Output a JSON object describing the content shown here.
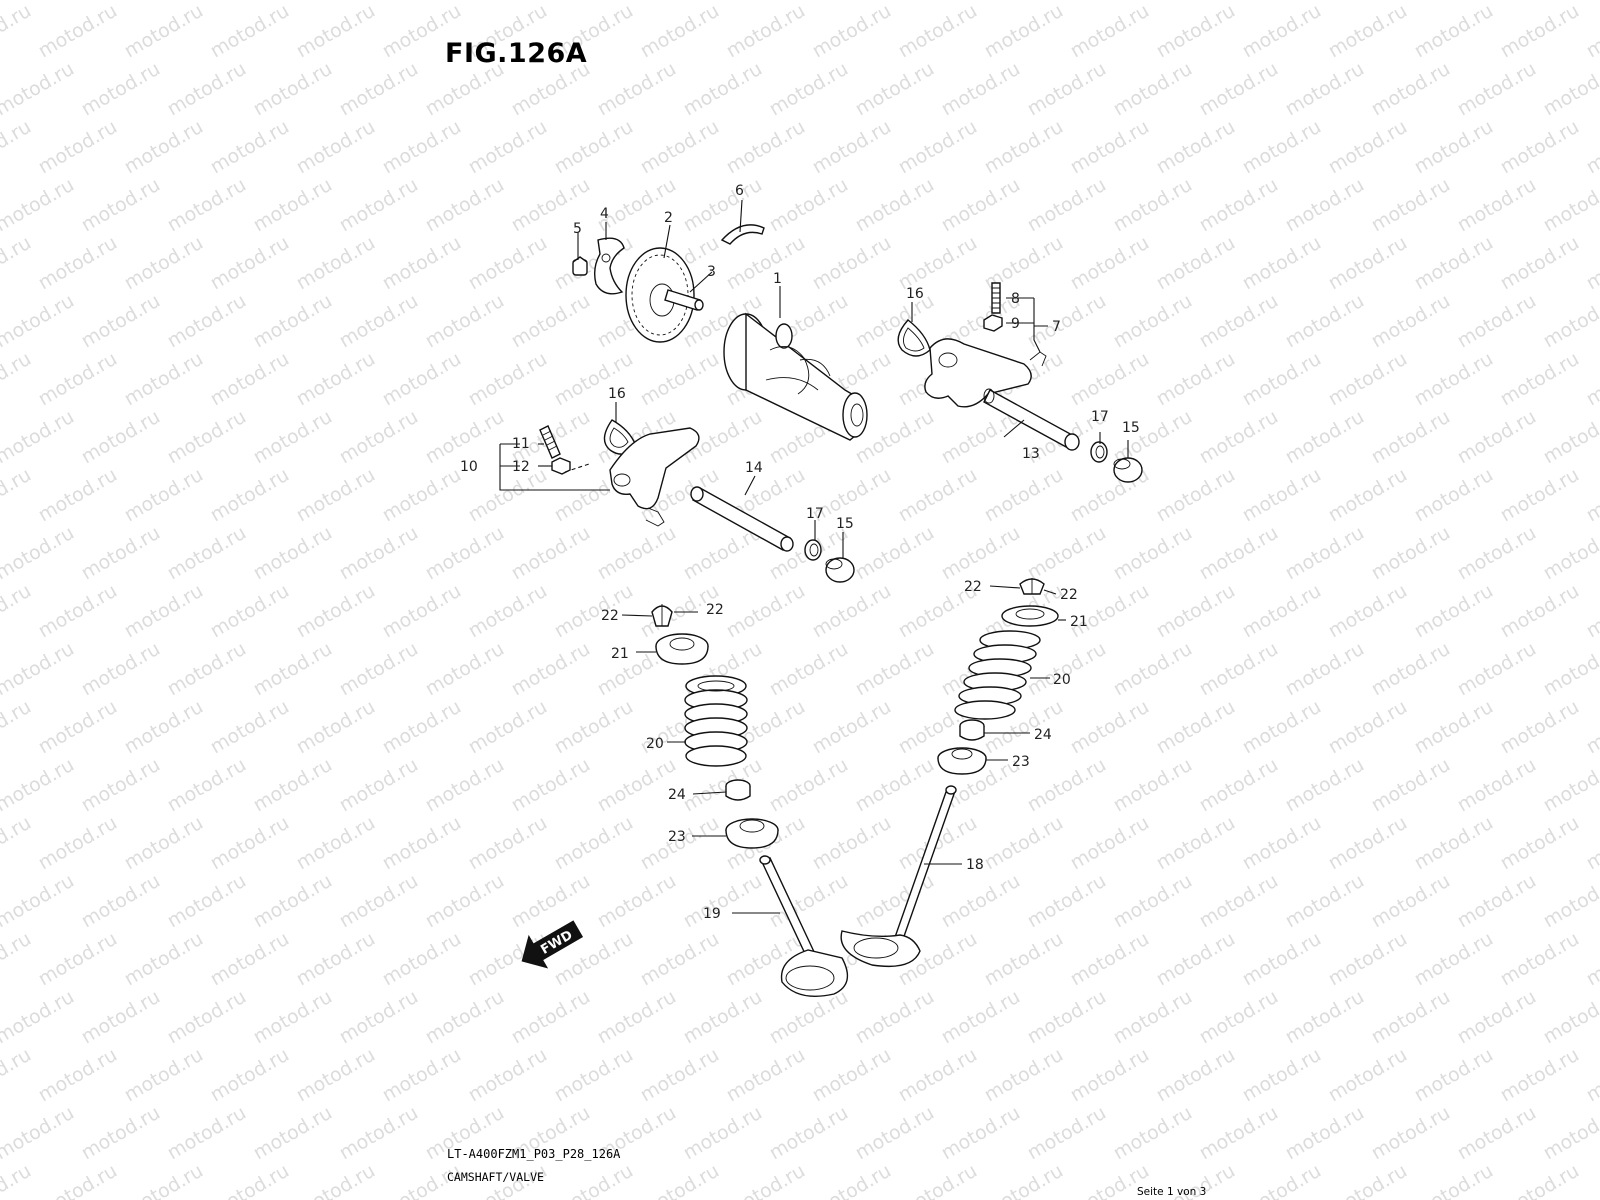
{
  "figure": {
    "title": "FIG.126A",
    "code": "LT-A400FZM1_P03_P28_126A",
    "description": "CAMSHAFT/VALVE",
    "page": "Seite 1 von 3",
    "watermark": "motod.ru",
    "fwd": "FWD"
  },
  "callouts": [
    "1",
    "2",
    "3",
    "4",
    "5",
    "6",
    "7",
    "8",
    "9",
    "10",
    "11",
    "12",
    "13",
    "14",
    "15",
    "15",
    "16",
    "16",
    "17",
    "17",
    "18",
    "19",
    "20",
    "20",
    "21",
    "21",
    "22",
    "22",
    "22",
    "22",
    "23",
    "23",
    "24",
    "24"
  ],
  "colors": {
    "line": "#111111",
    "watermark": "#dcdcdc",
    "background": "#ffffff"
  }
}
